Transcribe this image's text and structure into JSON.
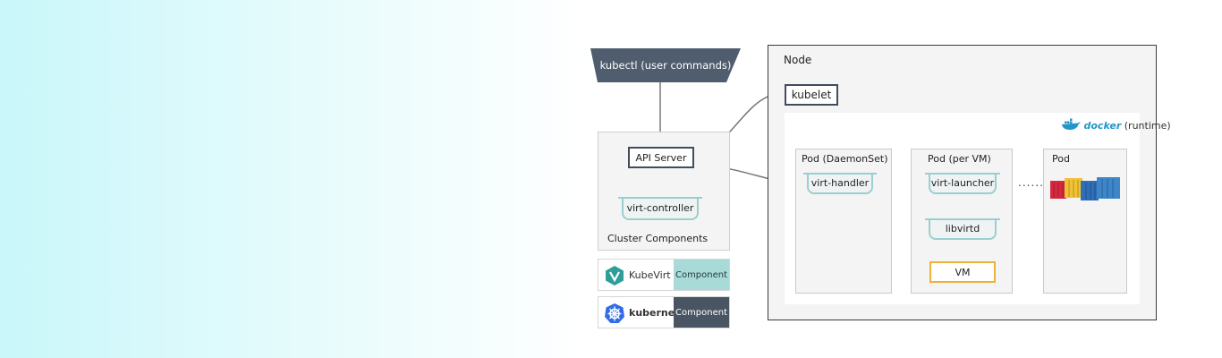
{
  "kubectl": {
    "label": "kubectl (user commands)"
  },
  "cluster": {
    "label": "Cluster Components",
    "api_server": "API Server",
    "virt_controller": "virt-controller"
  },
  "legend": [
    {
      "name": "KubeVirt",
      "swatch_label": "Component",
      "color": "#a8dad8"
    },
    {
      "name": "kubernetes",
      "swatch_label": "Component",
      "color": "#4a5564"
    }
  ],
  "node": {
    "label": "Node",
    "kubelet": "kubelet",
    "runtime_label": "(runtime)",
    "docker_word": "docker",
    "pods": [
      {
        "label": "Pod (DaemonSet)",
        "components": [
          "virt-handler"
        ]
      },
      {
        "label": "Pod (per VM)",
        "components": [
          "virt-launcher",
          "libvirtd",
          "VM"
        ]
      },
      {
        "label": "Pod",
        "components": []
      }
    ],
    "ellipsis": "......"
  },
  "colors": {
    "kubevirt_accent": "#9bcfcf",
    "kubernetes_dark": "#3f4d5e",
    "vm_border": "#eeb23c",
    "arrow": "#777777"
  }
}
